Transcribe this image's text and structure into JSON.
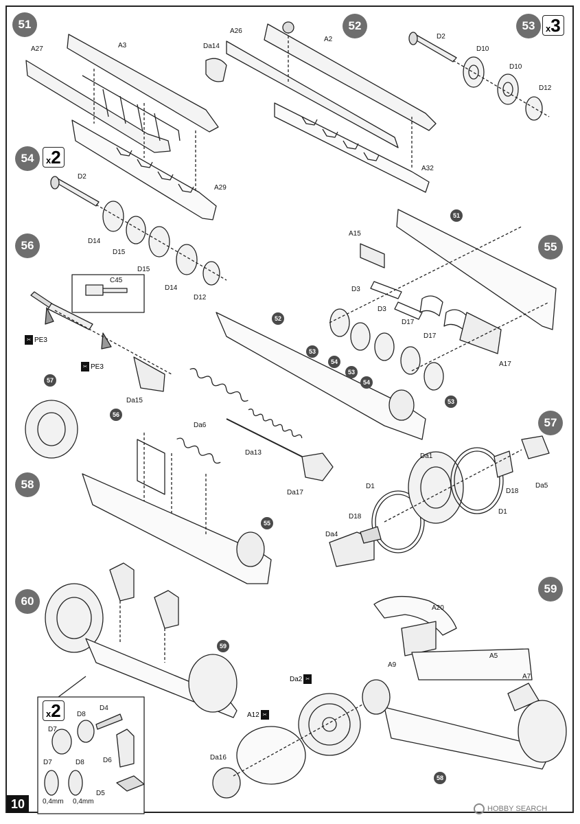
{
  "steps": {
    "s51": "51",
    "s52": "52",
    "s53": "53",
    "s54": "54",
    "s55": "55",
    "s56": "56",
    "s57": "57",
    "s58": "58",
    "s59": "59",
    "s60": "60"
  },
  "multipliers": {
    "m53": {
      "x": "x",
      "n": "3"
    },
    "m54": {
      "x": "x",
      "n": "2"
    },
    "m60": {
      "x": "x",
      "n": "2"
    }
  },
  "refs": {
    "r51": "51",
    "r52": "52",
    "r53a": "53",
    "r54a": "54",
    "r53b": "53",
    "r54b": "54",
    "r53c": "53",
    "r57": "57",
    "r56": "56",
    "r55": "55",
    "r59": "59",
    "r58": "58"
  },
  "labels": {
    "A27": "A27",
    "A3": "A3",
    "A29": "A29",
    "A26": "A26",
    "Da14": "Da14",
    "A2": "A2",
    "A32": "A32",
    "D2a": "D2",
    "D10a": "D10",
    "D10b": "D10",
    "D12a": "D12",
    "D2b": "D2",
    "D14a": "D14",
    "D15a": "D15",
    "D15b": "D15",
    "D14b": "D14",
    "D12b": "D12",
    "C45": "C45",
    "PE3a": "PE3",
    "PE3b": "PE3",
    "Da15": "Da15",
    "Da6": "Da6",
    "Da13": "Da13",
    "Da17": "Da17",
    "A15": "A15",
    "D3a": "D3",
    "D3b": "D3",
    "D17a": "D17",
    "D17b": "D17",
    "A17": "A17",
    "Da1": "Da1",
    "D1a": "D1",
    "D1b": "D1",
    "D18a": "D18",
    "D18b": "D18",
    "Da5": "Da5",
    "Da4": "Da4",
    "A20": "A20",
    "A9": "A9",
    "A5": "A5",
    "A7": "A7",
    "Da2": "Da2",
    "A12": "A12",
    "Da16": "Da16",
    "D4": "D4",
    "D8a": "D8",
    "D7a": "D7",
    "D6": "D6",
    "D5": "D5",
    "D7b": "D7",
    "D8b": "D8",
    "t1": "0,4mm",
    "t2": "0,4mm"
  },
  "page_number": "10",
  "watermark": "HOBBY SEARCH"
}
